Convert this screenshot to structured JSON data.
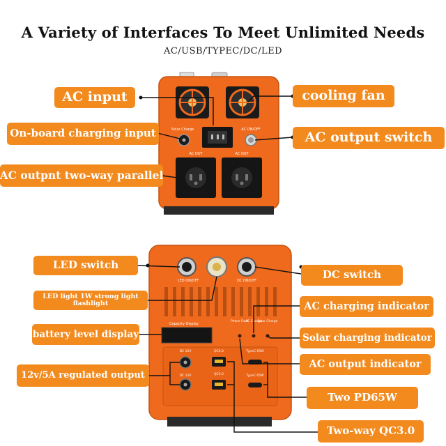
{
  "header": {
    "title": "A Variety of Interfaces To Meet Unlimited Needs",
    "subtitle": "AC/USB/TYPEC/DC/LED"
  },
  "colors": {
    "label_bg": "#f28a1e",
    "label_text": "#ffffff",
    "device_body": "#ef6a1d",
    "device_dark": "#2a2a2a"
  },
  "back_panel": {
    "labels": {
      "ac_input": "AC input",
      "cooling_fan": "cooling fan",
      "onboard_charging_input": "On-board charging input",
      "ac_output_switch": "AC output switch",
      "ac_output_parallel": "AC outpnt two-way parallel"
    },
    "printed": {
      "solar_charge": "Solar Charge",
      "ac_on_off": "AC ON/OFF",
      "ac_out_1": "AC OUT",
      "ac_out_2": "AC OUT"
    }
  },
  "front_panel": {
    "labels": {
      "led_switch": "LED switch",
      "led_light": "LED light 1W strong light flashlight",
      "battery_level_display": "battery level display",
      "regulated_output": "12v/5A regulated output",
      "dc_switch": "DC switch",
      "ac_charging_indicator": "AC charging indicator",
      "solar_charging_indicator": "Solar charging indicator",
      "ac_output_indicator": "AC output indicator",
      "two_pd65w": "Two PD65W",
      "two_way_qc": "Two-way QC3.0"
    },
    "printed": {
      "led_on_off": "LED ON/OFF",
      "dc_on_off": "DC ON/OFF",
      "capacity_display": "Capacity Display",
      "power_fault": "Power Fault",
      "ac_charge": "AC Charge",
      "solar_charge": "Solar Charge",
      "dc_12v_1": "DC 12V",
      "dc_12v_2": "DC 12V",
      "usb1": "QC3.0",
      "usb2": "QC3.0",
      "typec1": "TypeC 65W",
      "typec2": "TypeC 65W"
    }
  }
}
